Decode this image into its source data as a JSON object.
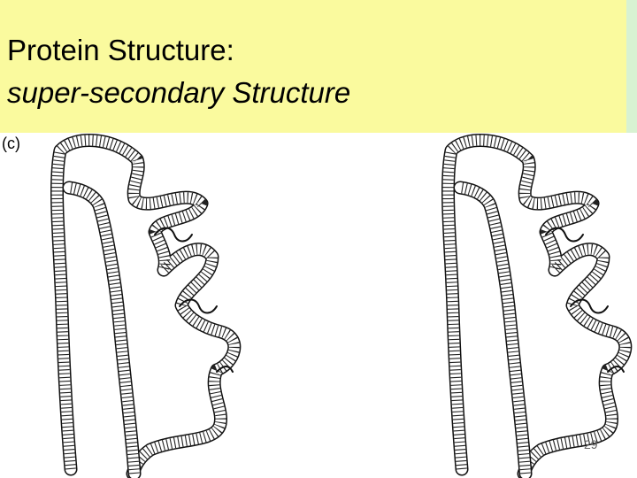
{
  "slide": {
    "title_line1": "Protein Structure:",
    "title_line2": "super-secondary Structure",
    "panel_label": "(c)",
    "page_number": "29"
  },
  "figure": {
    "depicts": "stereo pair of protein ribbon diagram",
    "colors": {
      "title_band": "#fafa9e",
      "ribbon_outline": "#111111"
    }
  }
}
